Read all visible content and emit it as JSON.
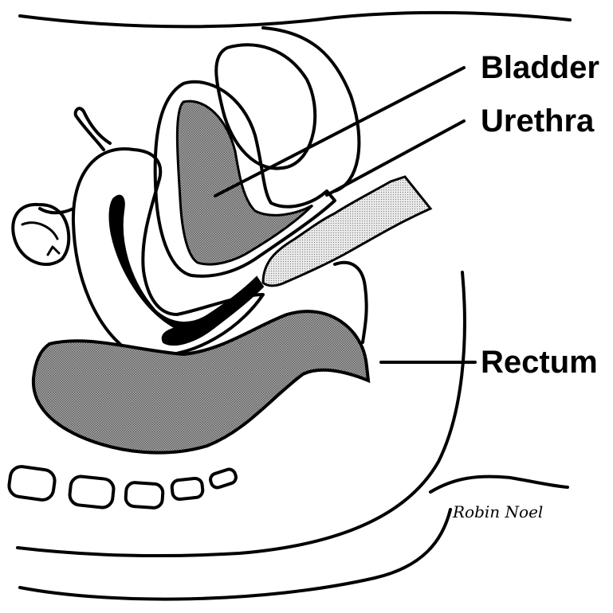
{
  "labels": {
    "bladder": "Bladder",
    "urethra": "Urethra",
    "rectum": "Rectum"
  },
  "signature": "Robin Noel",
  "colors": {
    "ink": "#000000",
    "organ_fill": "#9a9a9a",
    "light_fill": "#d4d4d4",
    "background": "#ffffff"
  }
}
